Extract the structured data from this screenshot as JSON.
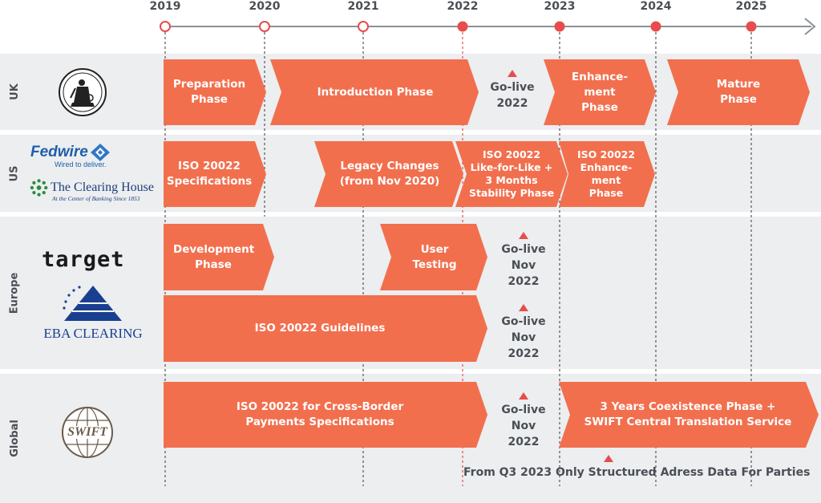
{
  "timeline": {
    "years": [
      "2019",
      "2020",
      "2021",
      "2022",
      "2023",
      "2024",
      "2025"
    ]
  },
  "regions": {
    "uk": "UK",
    "us": "US",
    "europe": "Europe",
    "global": "Global"
  },
  "logos": {
    "fedwire_name": "Fedwire",
    "fedwire_tagline": "Wired to deliver.",
    "clearing_house_name": "The Clearing House",
    "clearing_house_tagline": "At the Center of Banking Since 1853",
    "target_name": "target",
    "eba_name": "EBA CLEARING",
    "swift_name": "SWIFT"
  },
  "uk": {
    "preparation": "Preparation Phase",
    "introduction": "Introduction Phase",
    "golive": "Go-live 2022",
    "enhancement": "Enhance- ment Phase",
    "mature": "Mature Phase"
  },
  "us": {
    "specifications": "ISO 20022 Specifications",
    "legacy": "Legacy Changes (from Nov 2020)",
    "like_for_like": "ISO 20022 Like-for-Like + 3 Months Stability Phase",
    "enhancement": "ISO 20022 Enhance- ment Phase"
  },
  "europe": {
    "development": "Development Phase",
    "user_testing": "User Testing",
    "golive_1": "Go-live Nov 2022",
    "guidelines": "ISO 20022 Guidelines",
    "golive_2": "Go-live Nov 2022"
  },
  "global": {
    "cross_border": "ISO 20022 for Cross-Border Payments Specifications",
    "golive": "Go-live Nov 2022",
    "coexistence": "3 Years Coexistence Phase + SWIFT Central Translation Service",
    "structured_note": "From Q3 2023 Only Structured Adress Data For Parties"
  },
  "colors": {
    "phase": "#f26f4e",
    "milestone_red": "#e84c4c",
    "band": "#eceef0",
    "text_dark": "#4a4f55"
  }
}
